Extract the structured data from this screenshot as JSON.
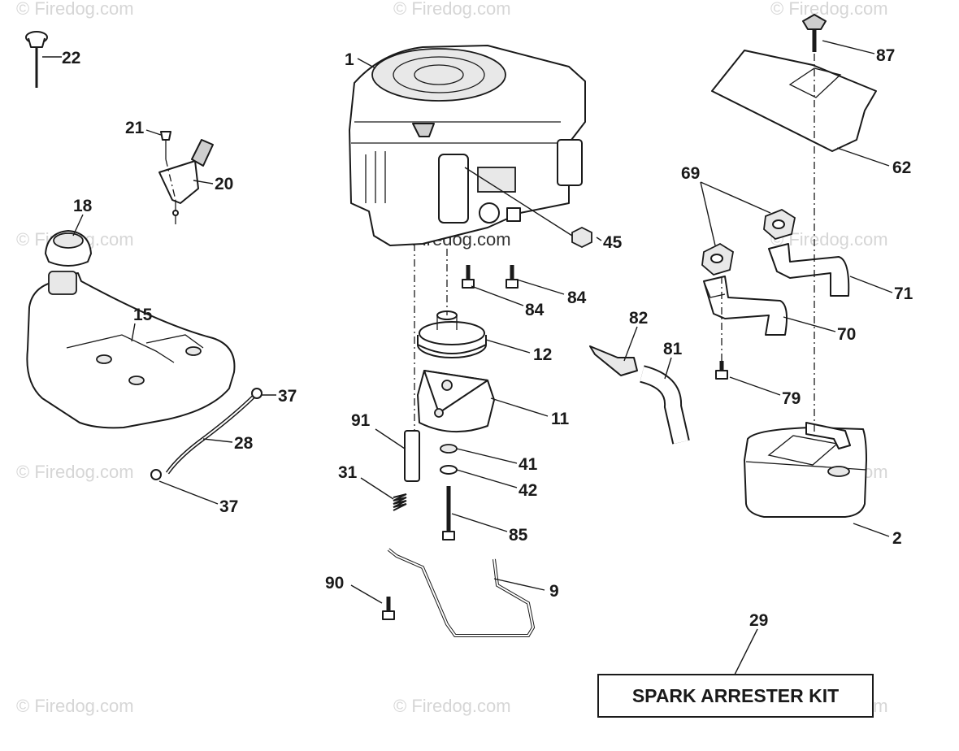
{
  "watermark": "© Firedog.com",
  "kit_box": {
    "text": "SPARK ARRESTER KIT"
  },
  "labels": {
    "p1": "1",
    "p2": "2",
    "p9": "9",
    "p11": "11",
    "p12": "12",
    "p15": "15",
    "p18": "18",
    "p20": "20",
    "p21": "21",
    "p22": "22",
    "p28": "28",
    "p29": "29",
    "p31": "31",
    "p37a": "37",
    "p37b": "37",
    "p41": "41",
    "p42": "42",
    "p45": "45",
    "p62": "62",
    "p69": "69",
    "p70": "70",
    "p71": "71",
    "p79": "79",
    "p81": "81",
    "p82": "82",
    "p84a": "84",
    "p84b": "84",
    "p85": "85",
    "p87": "87",
    "p90": "90",
    "p91": "91"
  }
}
